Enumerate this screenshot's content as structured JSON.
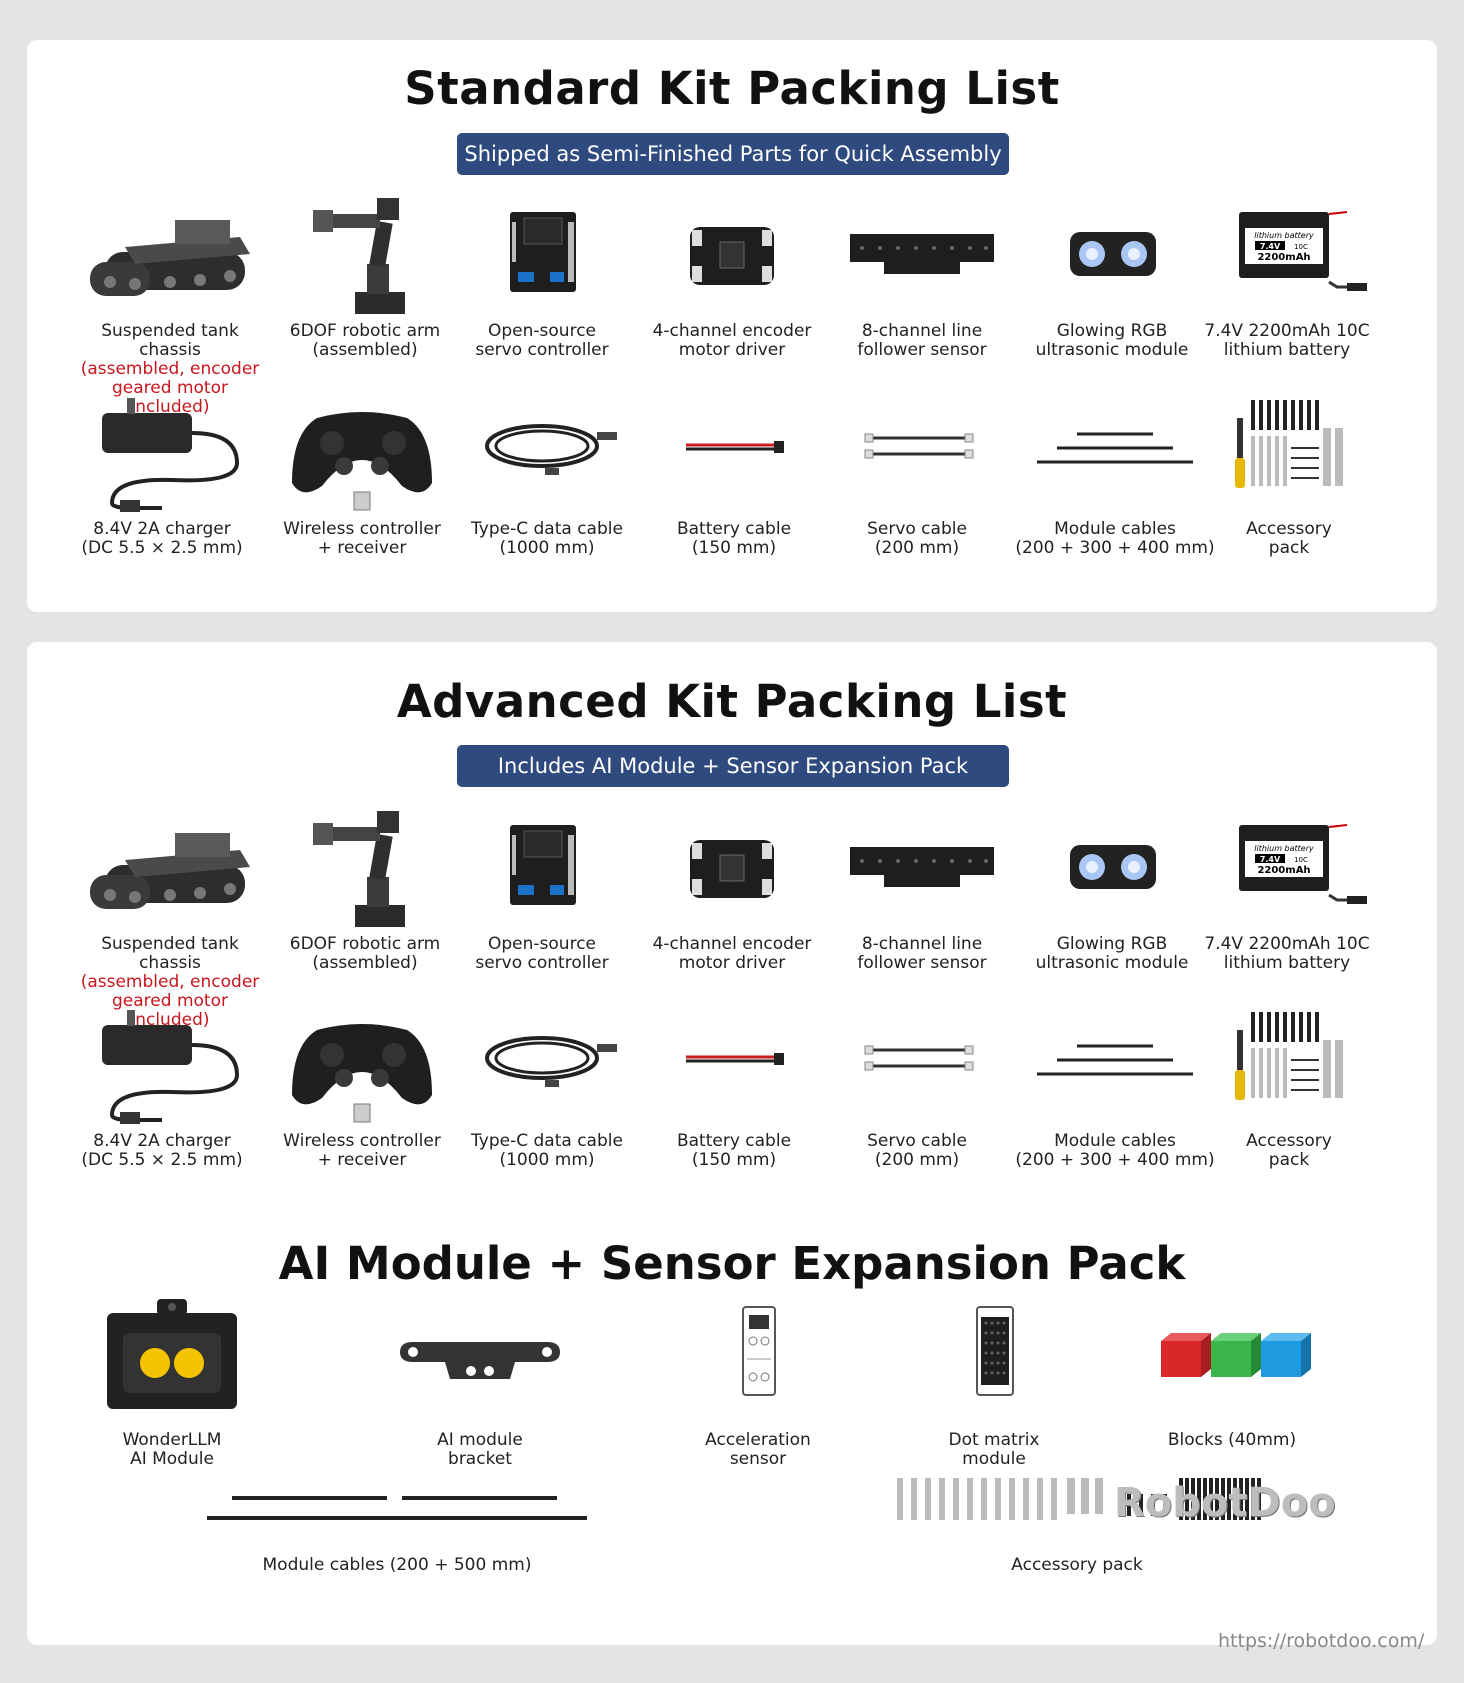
{
  "standard": {
    "title": "Standard Kit Packing List",
    "banner": "Shipped as Semi-Finished Parts for Quick Assembly",
    "row1": [
      {
        "icon": "tank-chassis-icon",
        "l1": "Suspended tank chassis",
        "l2": "(assembled, encoder",
        "l3": "geared motor included)"
      },
      {
        "icon": "robotic-arm-icon",
        "l1": "6DOF robotic arm",
        "l2": "(assembled)"
      },
      {
        "icon": "servo-controller-icon",
        "l1": "Open-source",
        "l2": "servo controller"
      },
      {
        "icon": "motor-driver-icon",
        "l1": "4-channel encoder",
        "l2": "motor driver"
      },
      {
        "icon": "line-sensor-icon",
        "l1": "8-channel line",
        "l2": "follower sensor"
      },
      {
        "icon": "ultrasonic-module-icon",
        "l1": "Glowing RGB",
        "l2": "ultrasonic module"
      },
      {
        "icon": "battery-icon",
        "l1": "7.4V 2200mAh 10C",
        "l2": "lithium battery"
      }
    ],
    "row2": [
      {
        "icon": "charger-icon",
        "l1": "8.4V 2A charger",
        "l2": "(DC 5.5 × 2.5 mm)"
      },
      {
        "icon": "gamepad-icon",
        "l1": "Wireless controller",
        "l2": "+ receiver"
      },
      {
        "icon": "usb-cable-icon",
        "l1": "Type-C data cable",
        "l2": "(1000 mm)"
      },
      {
        "icon": "battery-cable-icon",
        "l1": "Battery cable",
        "l2": "(150 mm)"
      },
      {
        "icon": "servo-cable-icon",
        "l1": "Servo cable",
        "l2": "(200 mm)"
      },
      {
        "icon": "module-cables-icon",
        "l1": "Module cables",
        "l2": "(200 + 300 + 400 mm)"
      },
      {
        "icon": "accessory-pack-icon",
        "l1": "Accessory",
        "l2": "pack"
      }
    ]
  },
  "advanced": {
    "title": "Advanced Kit Packing List",
    "banner": "Includes AI Module + Sensor Expansion Pack",
    "row1": [
      {
        "icon": "tank-chassis-icon",
        "l1": "Suspended tank chassis",
        "l2": "(assembled, encoder",
        "l3": "geared motor included)"
      },
      {
        "icon": "robotic-arm-icon",
        "l1": "6DOF robotic arm",
        "l2": "(assembled)"
      },
      {
        "icon": "servo-controller-icon",
        "l1": "Open-source",
        "l2": "servo controller"
      },
      {
        "icon": "motor-driver-icon",
        "l1": "4-channel encoder",
        "l2": "motor driver"
      },
      {
        "icon": "line-sensor-icon",
        "l1": "8-channel line",
        "l2": "follower sensor"
      },
      {
        "icon": "ultrasonic-module-icon",
        "l1": "Glowing RGB",
        "l2": "ultrasonic module"
      },
      {
        "icon": "battery-icon",
        "l1": "7.4V 2200mAh 10C",
        "l2": "lithium battery"
      }
    ],
    "row2": [
      {
        "icon": "charger-icon",
        "l1": "8.4V 2A charger",
        "l2": "(DC 5.5 × 2.5 mm)"
      },
      {
        "icon": "gamepad-icon",
        "l1": "Wireless controller",
        "l2": "+ receiver"
      },
      {
        "icon": "usb-cable-icon",
        "l1": "Type-C data cable",
        "l2": "(1000 mm)"
      },
      {
        "icon": "battery-cable-icon",
        "l1": "Battery cable",
        "l2": "(150 mm)"
      },
      {
        "icon": "servo-cable-icon",
        "l1": "Servo cable",
        "l2": "(200 mm)"
      },
      {
        "icon": "module-cables-icon",
        "l1": "Module cables",
        "l2": "(200 + 300 + 400 mm)"
      },
      {
        "icon": "accessory-pack-icon",
        "l1": "Accessory",
        "l2": "pack"
      }
    ]
  },
  "expansion": {
    "title": "AI Module + Sensor Expansion Pack",
    "items": [
      {
        "icon": "ai-module-icon",
        "l1": "WonderLLM",
        "l2": "AI Module"
      },
      {
        "icon": "bracket-icon",
        "l1": "AI module",
        "l2": "bracket"
      },
      {
        "icon": "acceleration-sensor-icon",
        "l1": "Acceleration",
        "l2": "sensor"
      },
      {
        "icon": "dot-matrix-icon",
        "l1": "Dot matrix",
        "l2": "module"
      },
      {
        "icon": "blocks-icon",
        "l1": "Blocks (40mm)"
      }
    ],
    "bottom": [
      {
        "icon": "module-cables-long-icon",
        "l1": "Module cables (200 + 500 mm)"
      },
      {
        "icon": "accessory-pack-large-icon",
        "l1": "Accessory pack"
      }
    ]
  },
  "battery_label": {
    "line1": "lithium battery",
    "line2": "7.4V",
    "line3": "10C",
    "line4": "2200mAh"
  },
  "watermark": {
    "brand": "RobotDoo",
    "url": "https://robotdoo.com/"
  },
  "colors": {
    "banner": "#2f4a7e",
    "red_text": "#c8161d",
    "background": "#e4e4e4"
  }
}
